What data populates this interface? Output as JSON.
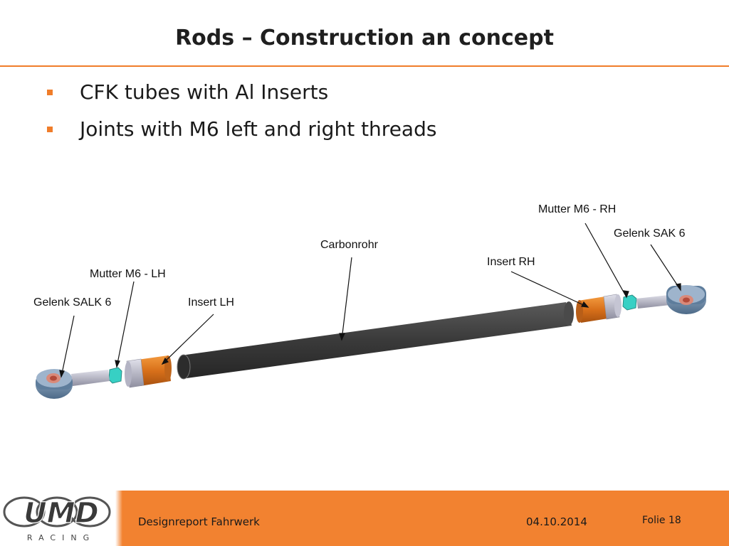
{
  "slide": {
    "title": "Rods – Construction an concept",
    "bullets": [
      "CFK tubes with Al Inserts",
      "Joints with M6 left and right threads"
    ]
  },
  "callouts": {
    "mutter_rh": "Mutter M6 - RH",
    "gelenk_sak": "Gelenk SAK 6",
    "carbonrohr": "Carbonrohr",
    "insert_rh": "Insert RH",
    "mutter_lh": "Mutter M6 - LH",
    "gelenk_salk": "Gelenk SALK 6",
    "insert_lh": "Insert LH"
  },
  "footer": {
    "logo_text": "UMD",
    "logo_subtext": "RACING",
    "report_title": "Designreport Fahrwerk",
    "date": "04.10.2014",
    "slide_label": "Folie 18"
  },
  "colors": {
    "accent": "#f07d2a",
    "footer_bar": "#f28230",
    "tube": "#3d3d3d",
    "insert": "#e07a1f",
    "nut": "#38d3c6",
    "joint": "#6f8fb0"
  }
}
